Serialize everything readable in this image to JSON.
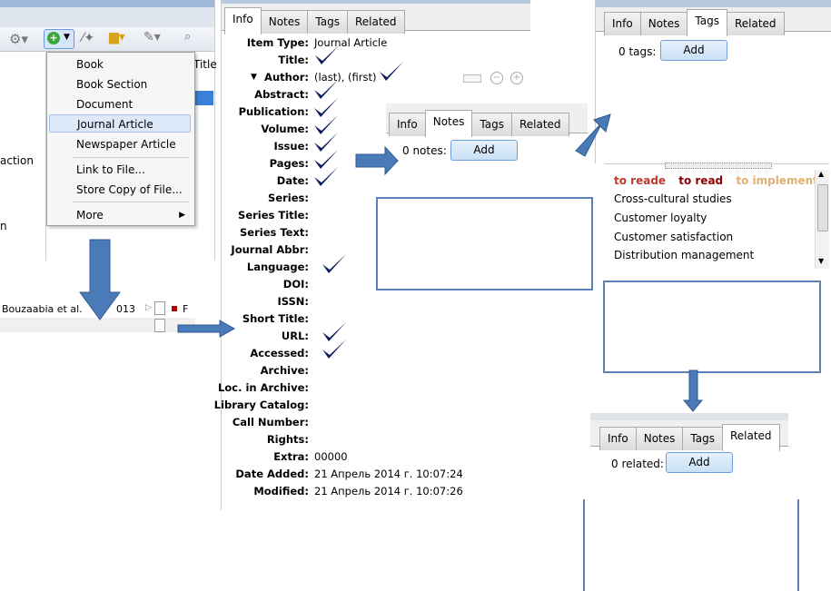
{
  "toolbar": {
    "new_item_icon": "plus-circle-icon"
  },
  "new_item_menu": {
    "items": [
      "Book",
      "Book Section",
      "Document",
      "Journal Article",
      "Newspaper Article"
    ],
    "file_items": [
      "Link to File...",
      "Store Copy of File..."
    ],
    "more": "More"
  },
  "left_list": {
    "column_title": "Title",
    "fragment_1": "action",
    "fragment_2": "n",
    "row_creator": "Bouzaabia et al.",
    "row_date_fragment": "013",
    "row_title_fragment": "F"
  },
  "info_panel": {
    "tabs": [
      "Info",
      "Notes",
      "Tags",
      "Related"
    ],
    "active_tab": "Info",
    "fields": [
      {
        "label": "Item Type:",
        "value": "Journal Article"
      },
      {
        "label": "Title:",
        "value": ""
      },
      {
        "label": "Author:",
        "value": "(last), (first)"
      },
      {
        "label": "Abstract:",
        "value": ""
      },
      {
        "label": "Publication:",
        "value": ""
      },
      {
        "label": "Volume:",
        "value": ""
      },
      {
        "label": "Issue:",
        "value": ""
      },
      {
        "label": "Pages:",
        "value": ""
      },
      {
        "label": "Date:",
        "value": ""
      },
      {
        "label": "Series:",
        "value": ""
      },
      {
        "label": "Series Title:",
        "value": ""
      },
      {
        "label": "Series Text:",
        "value": ""
      },
      {
        "label": "Journal Abbr:",
        "value": ""
      },
      {
        "label": "Language:",
        "value": ""
      },
      {
        "label": "DOI:",
        "value": ""
      },
      {
        "label": "ISSN:",
        "value": ""
      },
      {
        "label": "Short Title:",
        "value": ""
      },
      {
        "label": "URL:",
        "value": ""
      },
      {
        "label": "Accessed:",
        "value": ""
      },
      {
        "label": "Archive:",
        "value": ""
      },
      {
        "label": "Loc. in Archive:",
        "value": ""
      },
      {
        "label": "Library Catalog:",
        "value": ""
      },
      {
        "label": "Call Number:",
        "value": ""
      },
      {
        "label": "Rights:",
        "value": ""
      },
      {
        "label": "Extra:",
        "value": "00000"
      },
      {
        "label": "Date Added:",
        "value": "21 Апрель 2014 г. 10:07:24"
      },
      {
        "label": "Modified:",
        "value": "21 Апрель 2014 г. 10:07:26"
      }
    ]
  },
  "notes_panel": {
    "tabs": [
      "Info",
      "Notes",
      "Tags",
      "Related"
    ],
    "active_tab": "Notes",
    "count_label": "0 notes:",
    "add_label": "Add"
  },
  "tags_panel": {
    "tabs": [
      "Info",
      "Notes",
      "Tags",
      "Related"
    ],
    "active_tab": "Tags",
    "count_label": "0 tags:",
    "add_label": "Add"
  },
  "tag_selector": {
    "colored_tags": [
      {
        "label": "to reade",
        "color": "#c0392b"
      },
      {
        "label": "to read",
        "color": "#8b0000"
      },
      {
        "label": "to implement",
        "color": "#e0b070"
      }
    ],
    "tags": [
      "Cross-cultural studies",
      "Customer loyalty",
      "Customer satisfaction",
      "Distribution management"
    ]
  },
  "related_panel": {
    "tabs": [
      "Info",
      "Notes",
      "Tags",
      "Related"
    ],
    "active_tab": "Related",
    "count_label": "0 related:",
    "add_label": "Add"
  },
  "colors": {
    "arrow": "#4a7ab8",
    "frame": "#5b81b8",
    "check": "#0a1a5a"
  }
}
